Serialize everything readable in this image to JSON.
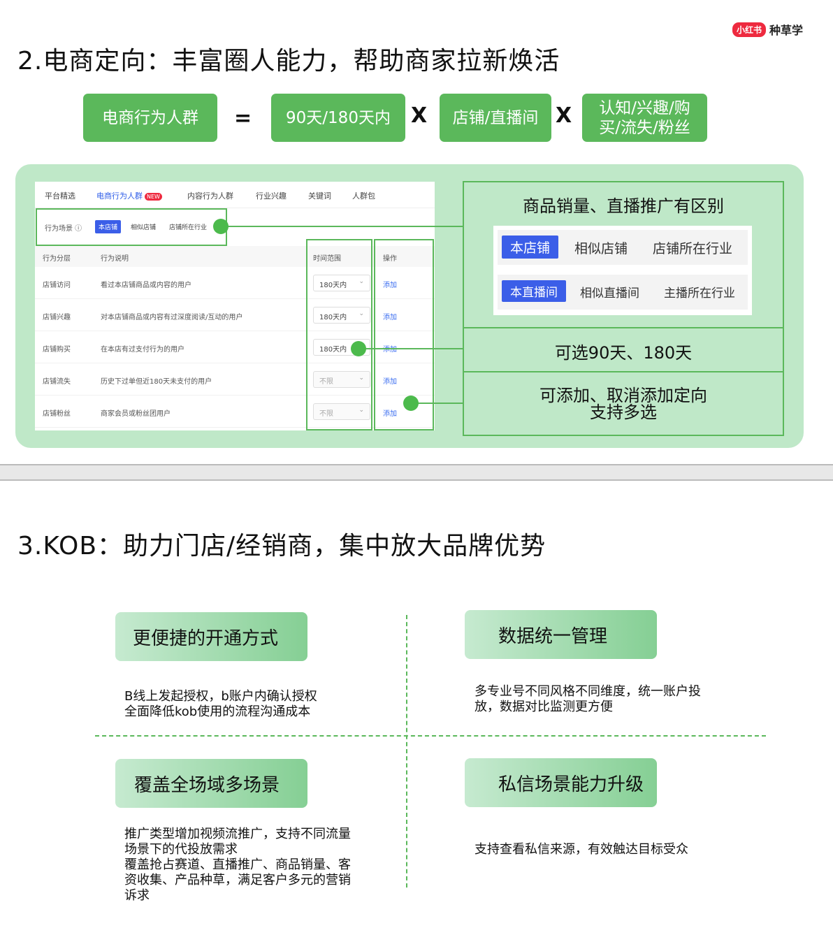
{
  "logo": {
    "badge": "小红书",
    "text": "种草学"
  },
  "section2": {
    "title": "2.电商定向：丰富圈人能力，帮助商家拉新焕活",
    "formula": {
      "term1": "电商行为人群",
      "eq": "=",
      "term2": "90天/180天内",
      "x1": "X",
      "term3": "店铺/直播间",
      "x2": "X",
      "term4": "认知/兴趣/购买/流失/粉丝"
    },
    "ui": {
      "tabs": [
        "平台精选",
        "电商行为人群",
        "内容行为人群",
        "行业兴趣",
        "关键词",
        "人群包"
      ],
      "new_badge": "NEW",
      "filter_label": "行为场景 ⓘ",
      "filter_chips": [
        "本店铺",
        "相似店铺",
        "店铺所在行业"
      ],
      "headers": [
        "行为分层",
        "行为说明",
        "时间范围",
        "操作"
      ],
      "rows": [
        {
          "layer": "店铺访问",
          "desc": "看过本店铺商品或内容的用户",
          "range": "180天内",
          "action": "添加"
        },
        {
          "layer": "店铺兴趣",
          "desc": "对本店铺商品或内容有过深度阅读/互动的用户",
          "range": "180天内",
          "action": "添加"
        },
        {
          "layer": "店铺购买",
          "desc": "在本店有过支付行为的用户",
          "range": "180天内",
          "action": "添加"
        },
        {
          "layer": "店铺流失",
          "desc": "历史下过单但近180天未支付的用户",
          "range": "不限",
          "action": "添加"
        },
        {
          "layer": "店铺粉丝",
          "desc": "商家会员或粉丝团用户",
          "range": "不限",
          "action": "添加"
        }
      ]
    },
    "callouts": {
      "c1": "商品销量、直播推广有区别",
      "opts_row1": [
        "本店铺",
        "相似店铺",
        "店铺所在行业"
      ],
      "opts_row2": [
        "本直播间",
        "相似直播间",
        "主播所在行业"
      ],
      "c2": "可选90天、180天",
      "c3_line1": "可添加、取消添加定向",
      "c3_line2": "支持多选"
    }
  },
  "section3": {
    "title": "3.KOB：助力门店/经销商，集中放大品牌优势",
    "items": [
      {
        "title": "更便捷的开通方式",
        "desc": [
          "B线上发起授权，b账户内确认授权",
          "全面降低kob使用的流程沟通成本"
        ]
      },
      {
        "title": "数据统一管理",
        "desc": [
          "多专业号不同风格不同维度，统一账户投",
          "放，数据对比监测更方便"
        ]
      },
      {
        "title": "覆盖全场域多场景",
        "desc": [
          "推广类型增加视频流推广，支持不同流量",
          "场景下的代投放需求",
          "覆盖抢占赛道、直播推广、商品销量、客",
          "资收集、产品种草，满足客户多元的营销",
          "诉求"
        ]
      },
      {
        "title": "私信场景能力升级",
        "desc": [
          "支持查看私信来源，有效触达目标受众"
        ]
      }
    ]
  }
}
